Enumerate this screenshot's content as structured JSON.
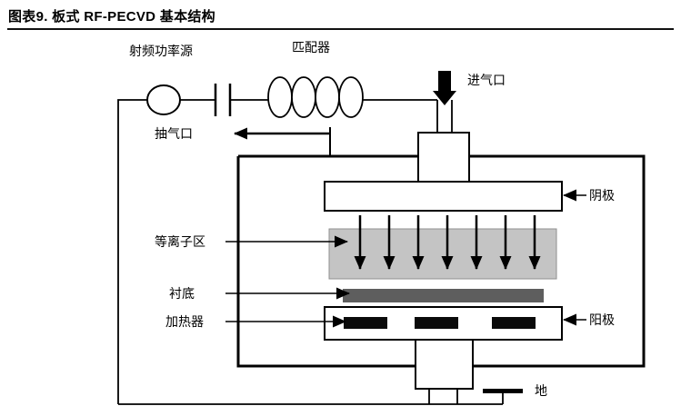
{
  "figure": {
    "title": "图表9. 板式 RF-PECVD 基本结构"
  },
  "diagram": {
    "labels": {
      "rf_power_source": "射频功率源",
      "matcher": "匹配器",
      "gas_inlet": "进气口",
      "exhaust_port": "抽气口",
      "cathode": "阴极",
      "plasma_region": "等离子区",
      "substrate": "衬底",
      "heater": "加热器",
      "anode": "阳极",
      "ground": "地"
    },
    "colors": {
      "line": "#000000",
      "plasma_fill": "#c4c4c4",
      "substrate_fill": "#5e5e5e",
      "heater_fill": "#0a0a0a"
    }
  }
}
